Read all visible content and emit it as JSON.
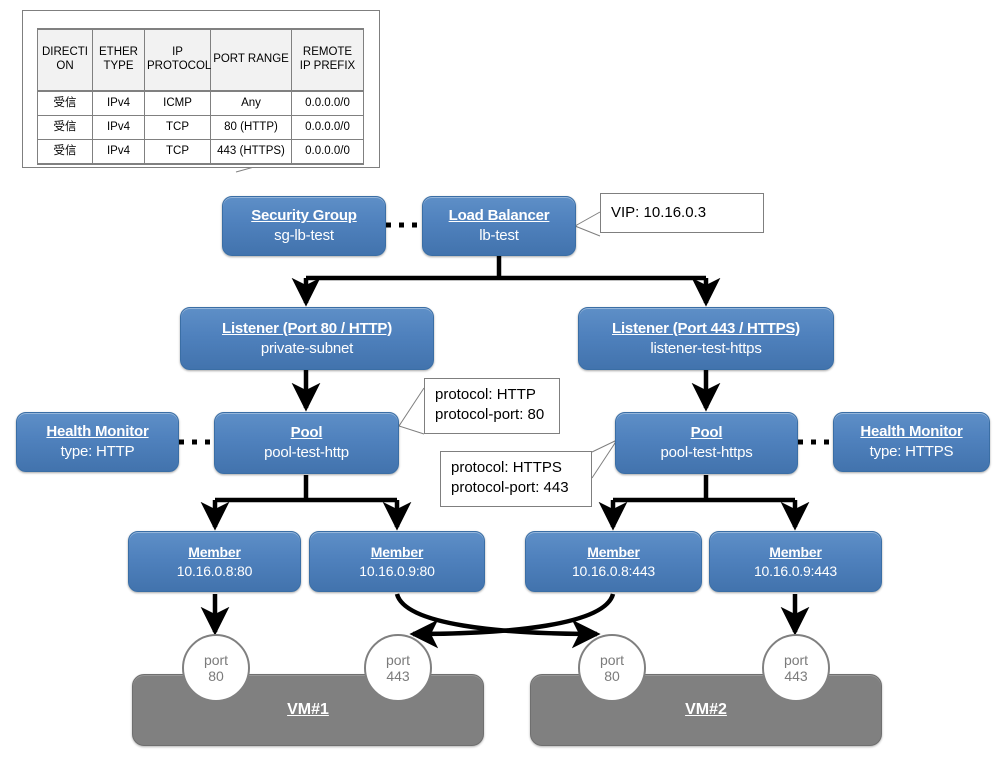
{
  "security_group_rules": {
    "headers": [
      "DIRECTION",
      "ETHER TYPE",
      "IP PROTOCOL",
      "PORT RANGE",
      "REMOTE IP PREFIX"
    ],
    "header_lines": [
      [
        "DIRECTI",
        "ON"
      ],
      [
        "ETHER",
        "TYPE"
      ],
      [
        "IP",
        "PROTOCOL"
      ],
      [
        "PORT RANGE"
      ],
      [
        "REMOTE",
        "IP PREFIX"
      ]
    ],
    "rows": [
      [
        "受信",
        "IPv4",
        "ICMP",
        "Any",
        "0.0.0.0/0"
      ],
      [
        "受信",
        "IPv4",
        "TCP",
        "80 (HTTP)",
        "0.0.0.0/0"
      ],
      [
        "受信",
        "IPv4",
        "TCP",
        "443 (HTTPS)",
        "0.0.0.0/0"
      ]
    ]
  },
  "nodes": {
    "security_group": {
      "title": "Security Group",
      "subtitle": "sg-lb-test"
    },
    "load_balancer": {
      "title": "Load Balancer",
      "subtitle": "lb-test"
    },
    "listener_http": {
      "title": "Listener (Port 80 / HTTP)",
      "subtitle": "private-subnet"
    },
    "listener_https": {
      "title": "Listener (Port 443 / HTTPS)",
      "subtitle": "listener-test-https"
    },
    "health_monitor_http": {
      "title": "Health Monitor",
      "subtitle": "type: HTTP"
    },
    "health_monitor_https": {
      "title": "Health Monitor",
      "subtitle": "type: HTTPS"
    },
    "pool_http": {
      "title": "Pool",
      "subtitle": "pool-test-http"
    },
    "pool_https": {
      "title": "Pool",
      "subtitle": "pool-test-https"
    },
    "member_1": {
      "title": "Member",
      "subtitle": "10.16.0.8:80"
    },
    "member_2": {
      "title": "Member",
      "subtitle": "10.16.0.9:80"
    },
    "member_3": {
      "title": "Member",
      "subtitle": "10.16.0.8:443"
    },
    "member_4": {
      "title": "Member",
      "subtitle": "10.16.0.9:443"
    },
    "vm1": {
      "title": "VM#1"
    },
    "vm2": {
      "title": "VM#2"
    }
  },
  "ports": {
    "vm1_port80": {
      "label": "port",
      "number": "80"
    },
    "vm1_port443": {
      "label": "port",
      "number": "443"
    },
    "vm2_port80": {
      "label": "port",
      "number": "80"
    },
    "vm2_port443": {
      "label": "port",
      "number": "443"
    }
  },
  "callouts": {
    "vip": {
      "line1": "VIP: 10.16.0.3"
    },
    "http": {
      "line1": "protocol: HTTP",
      "line2": "protocol-port: 80"
    },
    "https": {
      "line1": "protocol: HTTPS",
      "line2": "protocol-port: 443"
    }
  },
  "colors": {
    "node_blue": "#4f81bd",
    "vm_gray": "#808080",
    "edge_black": "#000000",
    "callout_border": "#7f7f7f",
    "table_header_bg": "#f2f2f2"
  }
}
